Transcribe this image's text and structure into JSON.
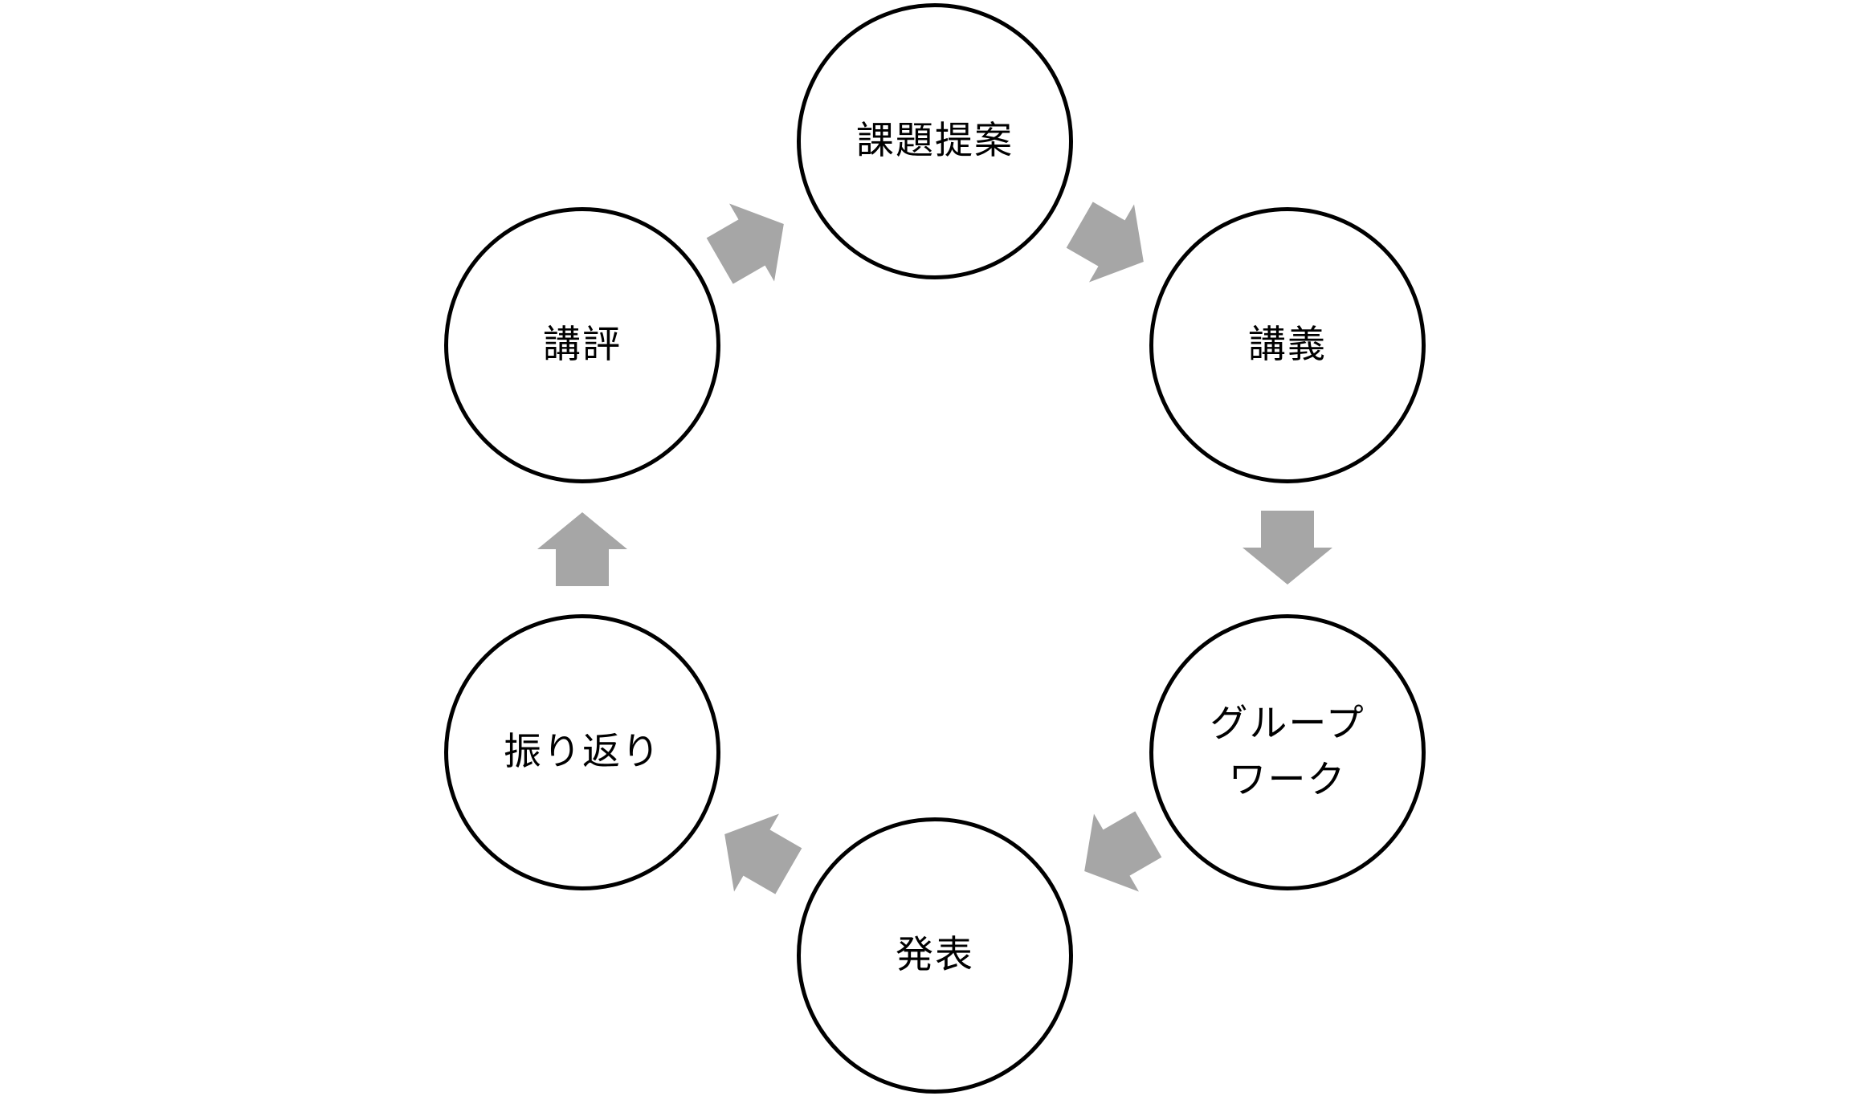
{
  "diagram": {
    "kind": "cycle",
    "background_color": "#ffffff",
    "node_fill_color": "#ffffff",
    "node_border_color": "#000000",
    "node_text_color": "#000000",
    "arrow_color": "#a6a6a6",
    "nodes": [
      {
        "id": "task-proposal",
        "label": "課題提案"
      },
      {
        "id": "lecture",
        "label": "講義"
      },
      {
        "id": "group-work",
        "label": "グループ\nワーク"
      },
      {
        "id": "presentation",
        "label": "発表"
      },
      {
        "id": "reflection",
        "label": "振り返り"
      },
      {
        "id": "critique",
        "label": "講評"
      }
    ],
    "edges": [
      {
        "from": "task-proposal",
        "to": "lecture"
      },
      {
        "from": "lecture",
        "to": "group-work"
      },
      {
        "from": "group-work",
        "to": "presentation"
      },
      {
        "from": "presentation",
        "to": "reflection"
      },
      {
        "from": "reflection",
        "to": "critique"
      },
      {
        "from": "critique",
        "to": "task-proposal"
      }
    ]
  }
}
